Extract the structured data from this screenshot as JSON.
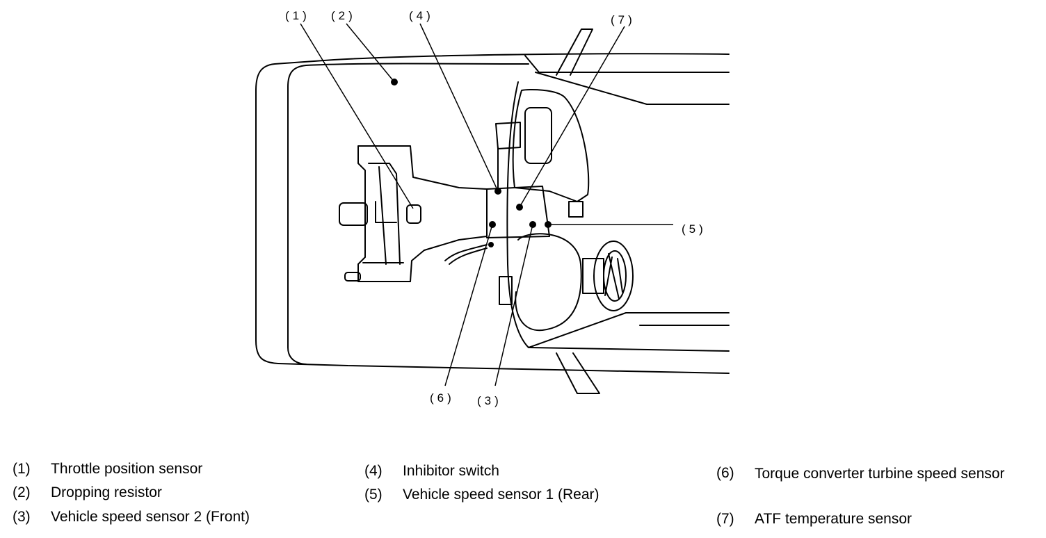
{
  "callouts": [
    "(1)",
    "(2)",
    "(3)",
    "(4)",
    "(5)",
    "(6)",
    "(7)"
  ],
  "legend": [
    {
      "num": "(1)",
      "text": "Throttle position sensor"
    },
    {
      "num": "(2)",
      "text": "Dropping resistor"
    },
    {
      "num": "(3)",
      "text": "Vehicle speed sensor 2 (Front)"
    },
    {
      "num": "(4)",
      "text": "Inhibitor switch"
    },
    {
      "num": "(5)",
      "text": "Vehicle speed sensor 1 (Rear)"
    },
    {
      "num": "(6)",
      "text": "Torque converter turbine speed sensor"
    },
    {
      "num": "(7)",
      "text": "ATF temperature sensor"
    }
  ]
}
